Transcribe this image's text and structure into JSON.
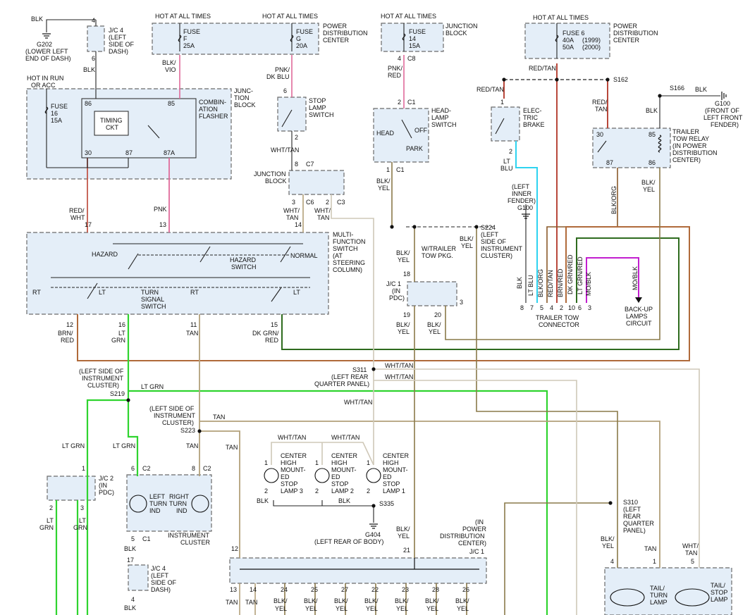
{
  "labels": {
    "blk_g202": "BLK",
    "g202_1": "G202",
    "g202_2": "(LOWER LEFT",
    "g202_3": "END OF DASH)",
    "jc4_pin4": "4",
    "jc4_pin6": "6",
    "jc4_1": "J/C 4",
    "jc4_2": "(LEFT",
    "jc4_3": "SIDE OF",
    "jc4_4": "DASH)",
    "blk_below_jc4": "BLK",
    "hot_run_1": "HOT IN RUN",
    "hot_run_2": "OR ACC",
    "fuse16_1": "FUSE",
    "fuse16_2": "16",
    "fuse16_3": "15A",
    "hot_f": "HOT AT ALL TIMES",
    "fuse_f_1": "FUSE",
    "fuse_f_2": "F",
    "fuse_f_3": "25A",
    "hot_g": "HOT AT ALL TIMES",
    "fuse_g_1": "FUSE",
    "fuse_g_2": "G",
    "fuse_g_3": "20A",
    "pdc_1": "POWER",
    "pdc_2": "DISTRIBUTION",
    "pdc_3": "CENTER",
    "blk_vio_1": "BLK/",
    "blk_vio_2": "VIO",
    "pnk_dkblu_1": "PNK/",
    "pnk_dkblu_2": "DK BLU",
    "flasher_1": "COMBIN-",
    "flasher_2": "ATION",
    "flasher_3": "FLASHER",
    "jb_1": "JUNC-",
    "jb_2": "TION",
    "jb_3": "BLOCK",
    "timing_1": "TIMING",
    "timing_2": "CKT",
    "pin86": "86",
    "pin85": "85",
    "pin30": "30",
    "pin87": "87",
    "pin87a": "87A",
    "stop_1": "STOP",
    "stop_2": "LAMP",
    "stop_3": "SWITCH",
    "pin6_stop": "6",
    "pin2_stop": "2",
    "wht_tan_stop": "WHT/TAN",
    "jbc7_1": "JUNCTION",
    "jbc7_2": "BLOCK",
    "pin8_c7": "8",
    "c7": "C7",
    "pin14_c7": "14",
    "pin3_c6": "3",
    "c6": "C6",
    "pin2_c3": "2",
    "c3": "C3",
    "wht_tan_c6_1": "WHT/",
    "wht_tan_c6_2": "TAN",
    "wht_tan_c3_1": "WHT/",
    "wht_tan_c3_2": "TAN",
    "hot_14": "HOT AT ALL TIMES",
    "fuse14_1": "FUSE",
    "fuse14_2": "14",
    "fuse14_3": "15A",
    "jb14_1": "JUNCTION",
    "jb14_2": "BLOCK",
    "pin4_c8": "4",
    "c8": "C8",
    "pnk_red_1": "PNK/",
    "pnk_red_2": "RED",
    "pin2_c1": "2",
    "c1_top": "C1",
    "head_1": "HEAD-",
    "head_2": "LAMP",
    "head_3": "SWITCH",
    "head_pos": "HEAD",
    "off_pos": "OFF",
    "park_pos": "PARK",
    "pin1_c1": "1",
    "c1_bot": "C1",
    "blk_yel_hs_1": "BLK/",
    "blk_yel_hs_2": "YEL",
    "hot_fuse6": "HOT AT ALL TIMES",
    "fuse6_1": "FUSE 6",
    "fuse6_2": "40A",
    "fuse6_3": "(1999)",
    "fuse6_4": "50A",
    "fuse6_5": "(2000)",
    "pdc6_1": "POWER",
    "pdc6_2": "DISTRIBUTION",
    "pdc6_3": "CENTER",
    "red_tan_main": "RED/TAN",
    "red_tan_brake": "RED/TAN",
    "s162": "S162",
    "pin1_brake": "1",
    "brake_1": "ELEC-",
    "brake_2": "TRIC",
    "brake_3": "BRAKE",
    "pin2_brake": "2",
    "lt_blu_1": "LT",
    "lt_blu_2": "BLU",
    "g100_inner_1": "(LEFT",
    "g100_inner_2": "INNER",
    "g100_inner_3": "FENDER)",
    "g100_inner_4": "G100",
    "red_tan_relay_1": "RED/",
    "red_tan_relay_2": "TAN",
    "s166": "S166",
    "blk_s166": "BLK",
    "g100_front_1": "G100",
    "g100_front_2": "(FRONT OF",
    "g100_front_3": "LEFT FRONT",
    "g100_front_4": "FENDER)",
    "blk_relay": "BLK",
    "relay_1": "TRAILER",
    "relay_2": "TOW RELAY",
    "relay_3": "(IN POWER",
    "relay_4": "DISTRIBUTION",
    "relay_5": "CENTER)",
    "r30": "30",
    "r85": "85",
    "r87": "87",
    "r86": "86",
    "blk_org_v": "BLK/ORG",
    "blk_yel_relay_1": "BLK/",
    "blk_yel_relay_2": "YEL",
    "red_wht_1": "RED/",
    "red_wht_2": "WHT",
    "pin17": "17",
    "pnk": "PNK",
    "pin13": "13",
    "wht_tan_mfs_1": "WHT/",
    "wht_tan_mfs_2": "TAN",
    "pin14_mfs": "14",
    "mfs_1": "MULTI-",
    "mfs_2": "FUNCTION",
    "mfs_3": "SWITCH",
    "mfs_4": "(AT",
    "mfs_5": "STEERING",
    "mfs_6": "COLUMN)",
    "hazard": "HAZARD",
    "normal": "NORMAL",
    "hazard_sw_1": "HAZARD",
    "hazard_sw_2": "SWITCH",
    "rt_left": "RT",
    "lt_mid": "LT",
    "turn_1": "TURN",
    "turn_2": "SIGNAL",
    "turn_3": "SWITCH",
    "rt_mid": "RT",
    "lt_right": "LT",
    "pin12": "12",
    "brn_red_1": "BRN/",
    "brn_red_2": "RED",
    "pin16": "16",
    "ltgrn_16_1": "LT",
    "ltgrn_16_2": "GRN",
    "pin11": "11",
    "tan_11": "TAN",
    "pin15": "15",
    "dkgrn_red_1": "DK GRN/",
    "dkgrn_red_2": "RED",
    "s224": "S224",
    "s224_1": "(LEFT",
    "s224_2": "SIDE OF",
    "s224_3": "INSTRUMENT",
    "s224_4": "CLUSTER)",
    "blk_yel_s224_1": "BLK/",
    "blk_yel_s224_2": "YEL",
    "blk_yel_s224r_1": "BLK/",
    "blk_yel_s224r_2": "YEL",
    "wtrailer_1": "W/TRAILER",
    "wtrailer_2": "TOW PKG.",
    "pin18": "18",
    "jc1_1": "J/C 1",
    "jc1_2": "(IN",
    "jc1_3": "PDC)",
    "pin19": "19",
    "pin20": "20",
    "pin3_jc1": "3",
    "blk_yel_19_1": "BLK/",
    "blk_yel_19_2": "YEL",
    "blk_yel_20_1": "BLK/",
    "blk_yel_20_2": "YEL",
    "conn_pins": [
      "8",
      "7",
      "5",
      "4",
      "2",
      "10",
      "6",
      "3"
    ],
    "conn_wires": [
      "BLK",
      "LT BLU",
      "BLK/ORG",
      "RED/TAN",
      "BRN/RED",
      "DK GRN/RED",
      "LT GRN/RED",
      "MO/BLK"
    ],
    "connector_1": "TRAILER TOW",
    "connector_2": "CONNECTOR",
    "mo_blk": "MO/BLK",
    "backup_1": "BACK-UP",
    "backup_2": "LAMPS",
    "backup_3": "CIRCUIT",
    "s311": "S311",
    "s311_1": "(LEFT REAR",
    "s311_2": "QUARTER PANEL)",
    "wht_tan_s311a": "WHT/TAN",
    "wht_tan_s311b": "WHT/TAN",
    "s219_1": "(LEFT SIDE OF",
    "s219_2": "INSTRUMENT",
    "s219_3": "CLUSTER)",
    "s219": "S219",
    "lt_grn_s219": "LT GRN",
    "wht_tan_long": "WHT/TAN",
    "s223_1": "(LEFT SIDE OF",
    "s223_2": "INSTRUMENT",
    "s223_3": "CLUSTER)",
    "s223": "S223",
    "tan_s223": "TAN",
    "tan_below": "TAN",
    "tan_left": "TAN",
    "lt_grn_jc2": "LT GRN",
    "lt_grn_c2": "LT GRN",
    "pin1_jc2": "1",
    "jc2_1": "J/C 2",
    "jc2_2": "(IN",
    "jc2_3": "PDC)",
    "pin2_jc2": "2",
    "pin3_jc2": "3",
    "ltgrn_jc2a_1": "LT",
    "ltgrn_jc2a_2": "GRN",
    "ltgrn_jc2b_1": "LT",
    "ltgrn_jc2b_2": "GRN",
    "pin6_c2": "6",
    "c2_a": "C2",
    "pin8_c2": "8",
    "c2_b": "C2",
    "left_ind_1": "LEFT",
    "left_ind_2": "TURN",
    "left_ind_3": "IND",
    "right_ind_1": "RIGHT",
    "right_ind_2": "TURN",
    "right_ind_3": "IND",
    "cluster": "INSTRUMENT",
    "cluster_2": "CLUSTER",
    "pin5_c1": "5",
    "c1_cluster": "C1",
    "blk_cluster": "BLK",
    "pin17_jc4": "17",
    "jc4b_1": "J/C 4",
    "jc4b_2": "(LEFT",
    "jc4b_3": "SIDE OF",
    "jc4b_4": "DASH)",
    "pin4_jc4b": "4",
    "blk_jc4b": "BLK",
    "chmsl_wt1": "WHT/TAN",
    "chmsl_wt2": "WHT/TAN",
    "chmsl3_1": "CENTER",
    "chmsl3_2": "HIGH",
    "chmsl3_3": "MOUNT-",
    "chmsl3_4": "ED",
    "chmsl3_5": "STOP",
    "chmsl3_6": "LAMP 3",
    "chmsl2_1": "CENTER",
    "chmsl2_2": "HIGH",
    "chmsl2_3": "MOUNT-",
    "chmsl2_4": "ED",
    "chmsl2_5": "STOP",
    "chmsl2_6": "LAMP 2",
    "chmsl1_1": "CENTER",
    "chmsl1_2": "HIGH",
    "chmsl1_3": "MOUNT-",
    "chmsl1_4": "ED",
    "chmsl1_5": "STOP",
    "chmsl1_6": "LAMP 1",
    "c3_p1": "1",
    "c3_p2": "2",
    "c2_p1": "1",
    "c2_p2": "2",
    "c1_p1": "1",
    "c1_p2": "2",
    "blk_l3": "BLK",
    "blk_l2": "BLK",
    "s335": "S335",
    "g404": "G404",
    "g404_loc": "(LEFT REAR OF BODY)",
    "blk_yel_21_1": "BLK/",
    "blk_yel_21_2": "YEL",
    "pin21": "21",
    "pdc_jc1_1": "(IN",
    "pdc_jc1_2": "POWER",
    "pdc_jc1_3": "DISTRIBUTION",
    "pdc_jc1_4": "CENTER)",
    "pdc_jc1_5": "J/C 1",
    "pin12_bot": "12",
    "bus_pins": [
      "13",
      "14",
      "24",
      "25",
      "27",
      "22",
      "23",
      "28",
      "26"
    ],
    "bus_wires1": [
      "TAN",
      "TAN",
      "BLK/",
      "BLK/",
      "BLK/",
      "BLK/",
      "BLK/",
      "BLK/",
      "BLK/"
    ],
    "bus_wires2": [
      "",
      "",
      "YEL",
      "YEL",
      "YEL",
      "YEL",
      "YEL",
      "YEL",
      "YEL"
    ],
    "s310": "S310",
    "s310_1": "(LEFT",
    "s310_2": "REAR",
    "s310_3": "QUARTER",
    "s310_4": "PANEL)",
    "blk_yel_s310_1": "BLK/",
    "blk_yel_s310_2": "YEL",
    "tan_s310": "TAN",
    "wht_tan_tail_1": "WHT/",
    "wht_tan_tail_2": "TAN",
    "pin4_tail": "4",
    "pin1_tail": "1",
    "pin5_tail": "5",
    "tail_turn_1": "TAIL/",
    "tail_turn_2": "TURN",
    "tail_turn_3": "LAMP",
    "tail_stop_1": "TAIL/",
    "tail_stop_2": "STOP",
    "tail_stop_3": "LAMP"
  },
  "colors": {
    "wire_black": "#222222",
    "wire_red_tan": "#b8473a",
    "wire_pink": "#e06a9a",
    "wire_tan": "#b3a07a",
    "wire_wht_tan": "#cfc8b8",
    "wire_lt_grn": "#2fd42f",
    "wire_lt_blu": "#2ed3f0",
    "wire_brn_red": "#b06a3a",
    "wire_dk_grn_red": "#2e6b1e",
    "wire_mo_blk": "#c21ecf",
    "wire_olive": "#8a7a4a",
    "box_fill": "#e4eef8"
  }
}
